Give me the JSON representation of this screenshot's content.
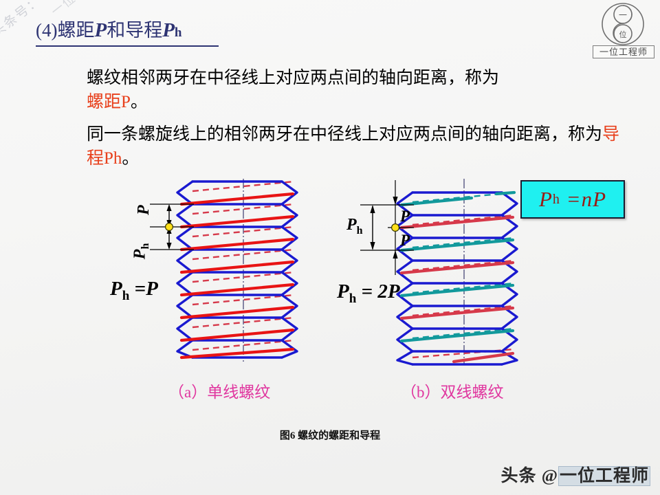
{
  "page": {
    "background": "#f4f4f3",
    "title_color": "#2e3473",
    "highlight_color": "#e8401c",
    "caption_color": "#e0369f",
    "formula_box_fill": "#1ff0f0",
    "formula_text_color": "#9a1a14",
    "thread_outline_color": "#1a1ad0",
    "helix_primary_color": "#e81414",
    "helix_secondary_color": "#12999c",
    "marker_dot_color": "#ffe01a"
  },
  "heading": {
    "number": "(4)",
    "text_1": "螺距",
    "var_1": "P",
    "text_2": "和导程",
    "var_2": "P",
    "var_2_sub": "h"
  },
  "body": {
    "paragraph_1_plain": "螺纹相邻两牙在中径线上对应两点间的轴向距离，称为",
    "paragraph_1_highlight": "螺距P",
    "paragraph_1_end": "。",
    "paragraph_2_plain": "同一条螺旋线上的相邻两牙在中径线上对应两点间的轴向距离，称为",
    "paragraph_2_highlight": "导程P",
    "paragraph_2_highlight_sub": "h",
    "paragraph_2_end": "。"
  },
  "formula_box": {
    "lhs": "P",
    "lhs_sub": "h",
    "rhs": "=nP"
  },
  "equations": {
    "left": "P",
    "left_sub": "h",
    "left_rhs": "=P",
    "right": "P",
    "right_sub": "h",
    "right_rhs": "= 2P"
  },
  "diagram_single": {
    "label_p": "P",
    "label_ph": "P",
    "label_ph_sub": "h",
    "turns": 7,
    "starts": 1
  },
  "diagram_double": {
    "label_ph": "P",
    "label_ph_sub": "h",
    "label_p_top": "P",
    "label_p_bottom": "P",
    "turns": 7,
    "starts": 2
  },
  "captions": {
    "a": "（a）单线螺纹",
    "b": "（b）双线螺纹"
  },
  "figure_caption": "图6 螺纹的螺距和导程",
  "logo": {
    "label": "一位工程师",
    "glyph_top": "一",
    "glyph_bottom": "位"
  },
  "watermarks": {
    "top_left": "头条号：一位工程师",
    "top_left_2": "一位工程师",
    "bottom_prefix": "头条 @",
    "bottom_name": "一位工程师"
  }
}
